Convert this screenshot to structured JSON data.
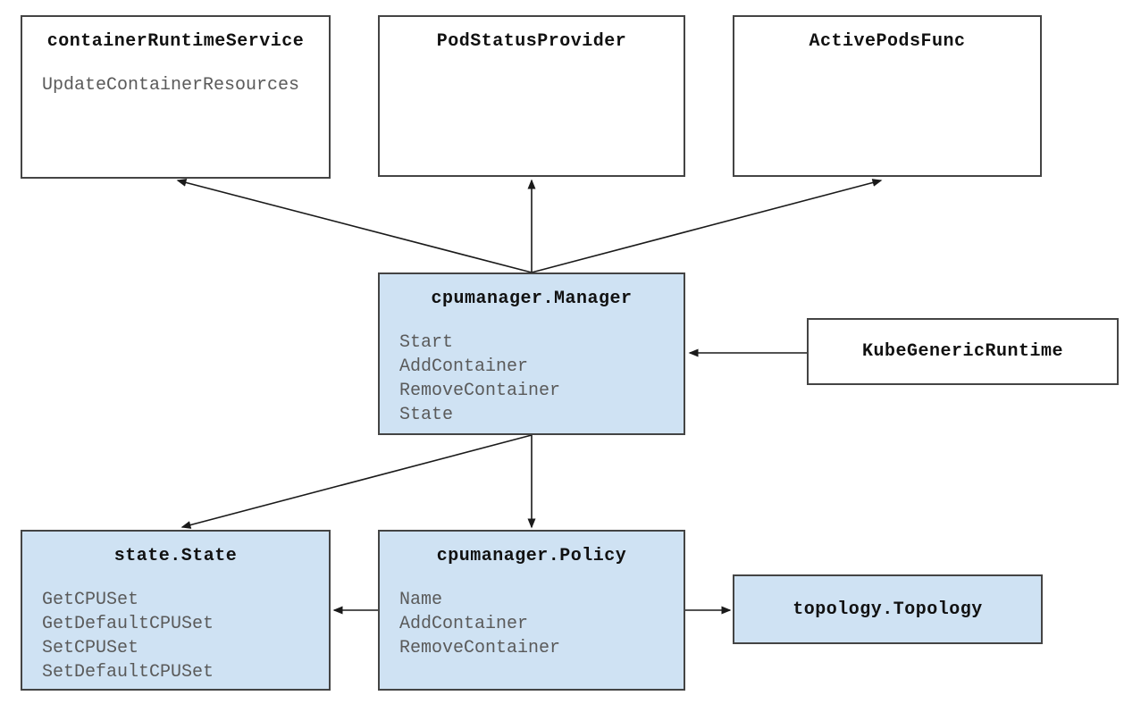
{
  "diagram_type": "architecture-diagram",
  "colors": {
    "highlight_fill": "#cfe2f3",
    "plain_fill": "#ffffff",
    "border": "#444444",
    "arrow": "#1a1a1a",
    "title_text": "#111111",
    "method_text": "#5a5a5a"
  },
  "boxes": {
    "crs": {
      "title": "containerRuntimeService",
      "methods": [
        "UpdateContainerResources"
      ],
      "highlighted": false
    },
    "psp": {
      "title": "PodStatusProvider",
      "methods": [],
      "highlighted": false
    },
    "apf": {
      "title": "ActivePodsFunc",
      "methods": [],
      "highlighted": false
    },
    "mgr": {
      "title": "cpumanager.Manager",
      "methods": [
        "Start",
        "AddContainer",
        "RemoveContainer",
        "State"
      ],
      "highlighted": true
    },
    "kgr": {
      "title": "KubeGenericRuntime",
      "methods": [],
      "highlighted": false
    },
    "ss": {
      "title": "state.State",
      "methods": [
        "GetCPUSet",
        "GetDefaultCPUSet",
        "SetCPUSet",
        "SetDefaultCPUSet"
      ],
      "highlighted": true
    },
    "pol": {
      "title": "cpumanager.Policy",
      "methods": [
        "Name",
        "AddContainer",
        "RemoveContainer"
      ],
      "highlighted": true
    },
    "topo": {
      "title": "topology.Topology",
      "methods": [],
      "highlighted": true
    }
  },
  "edges": [
    {
      "from": "cpumanager.Manager",
      "to": "containerRuntimeService"
    },
    {
      "from": "cpumanager.Manager",
      "to": "PodStatusProvider"
    },
    {
      "from": "cpumanager.Manager",
      "to": "ActivePodsFunc"
    },
    {
      "from": "KubeGenericRuntime",
      "to": "cpumanager.Manager"
    },
    {
      "from": "cpumanager.Manager",
      "to": "state.State"
    },
    {
      "from": "cpumanager.Manager",
      "to": "cpumanager.Policy"
    },
    {
      "from": "cpumanager.Policy",
      "to": "state.State"
    },
    {
      "from": "cpumanager.Policy",
      "to": "topology.Topology"
    }
  ]
}
